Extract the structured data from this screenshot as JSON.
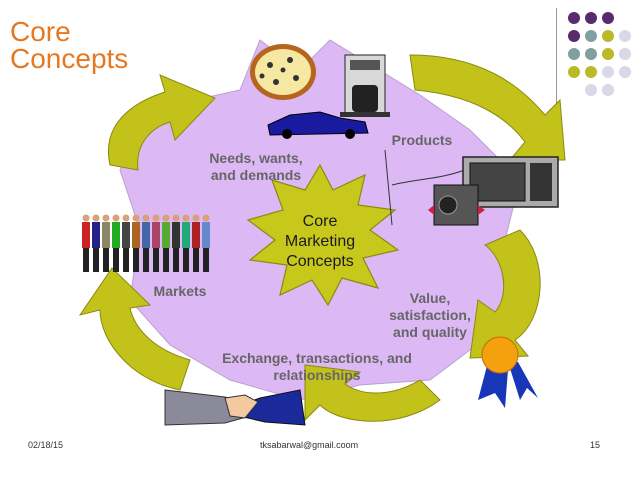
{
  "slide": {
    "title": "Core Concepts",
    "center_label": "Core Marketing Concepts",
    "labels": {
      "needs": "Needs, wants, and demands",
      "products": "Products",
      "value": "Value, satisfaction, and quality",
      "exchange": "Exchange, transactions, and relationships",
      "markets": "Markets"
    },
    "footer": {
      "date": "02/18/15",
      "email": "tksabarwal@gmail.coom",
      "page": "15"
    }
  },
  "colors": {
    "title": "#e8781f",
    "blob": "#dcb8f4",
    "arrow": "#c2c21a",
    "star": "#c8c81c",
    "dot_purple": "#5a2a6e",
    "dot_teal": "#7f9fa0",
    "dot_olive": "#b9b92a",
    "dot_light": "#d8d8e8"
  },
  "icons": [
    "pizza-icon",
    "coffee-maker-icon",
    "car-icon",
    "microwave-icon",
    "cd-player-icon",
    "ribbon-icon",
    "handshake-icon",
    "people-icon"
  ]
}
